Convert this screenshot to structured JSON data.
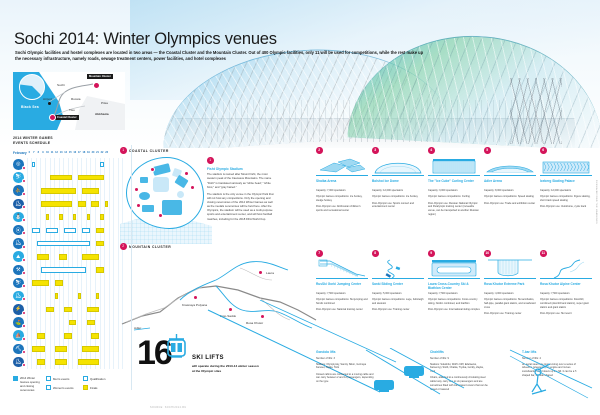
{
  "header": {
    "title": "Sochi 2014: Winter Olympics venues",
    "subtitle": "Sochi Olympic facilities and hostel complexes are located in two areas — the Coastal Cluster and the Mountain Cluster. Out of 400 Olympic facilities, only 11 will be used for competitions, while the rest make up the necessary infrastructure, namely roads, sewage treatment centers, power facilities, and hotel complexes"
  },
  "map": {
    "sea_label": "Black Sea",
    "places": [
      {
        "name": "Sochi"
      },
      {
        "name": "Airport"
      },
      {
        "name": "Russia"
      },
      {
        "name": "Abkhazia"
      },
      {
        "name": "Tiso"
      },
      {
        "name": "Pitsa"
      }
    ],
    "tags": [
      {
        "label": "Mountain Cluster"
      },
      {
        "label": "Coastal Cluster"
      }
    ]
  },
  "schedule": {
    "heading_line1": "2014 WINTER GAMES",
    "heading_line2": "EVENTS SCHEDULE",
    "month": "February",
    "days": [
      "6",
      "7",
      "8",
      "9",
      "10",
      "11",
      "12",
      "13",
      "14",
      "15",
      "16",
      "17",
      "18",
      "19",
      "20",
      "21",
      "22",
      "23"
    ],
    "rows": [
      {
        "icon": "olympic-rings-icon",
        "glyph": "◎",
        "events": [
          {
            "start": 1,
            "span": 1,
            "type": "cer"
          },
          {
            "start": 16,
            "span": 1,
            "type": "cer"
          }
        ]
      },
      {
        "icon": "alpine-skiing-icon",
        "glyph": "⛷",
        "events": [
          {
            "start": 5,
            "span": 5,
            "type": "fin"
          },
          {
            "start": 11,
            "span": 6,
            "type": "fin"
          }
        ]
      },
      {
        "icon": "biathlon-icon",
        "glyph": "⛹",
        "events": [
          {
            "start": 3,
            "span": 8,
            "type": "fin"
          },
          {
            "start": 12,
            "span": 4,
            "type": "fin"
          }
        ]
      },
      {
        "icon": "bobsleigh-icon",
        "glyph": "⛸",
        "events": [
          {
            "start": 3,
            "span": 7,
            "type": "fin"
          },
          {
            "start": 11,
            "span": 2,
            "type": "fin"
          },
          {
            "start": 14,
            "span": 2,
            "type": "fin"
          },
          {
            "start": 17,
            "span": 1,
            "type": "fin"
          }
        ]
      },
      {
        "icon": "cross-country-icon",
        "glyph": "⛄",
        "events": [
          {
            "start": 4,
            "span": 1,
            "type": "fin"
          },
          {
            "start": 7,
            "span": 1,
            "type": "fin"
          },
          {
            "start": 10,
            "span": 1,
            "type": "fin"
          },
          {
            "start": 13,
            "span": 1,
            "type": "fin"
          },
          {
            "start": 16,
            "span": 1,
            "type": "fin"
          }
        ]
      },
      {
        "icon": "curling-icon",
        "glyph": "⦿",
        "events": [
          {
            "start": 1,
            "span": 2,
            "type": "q"
          },
          {
            "start": 4,
            "span": 3,
            "type": "q"
          },
          {
            "start": 8,
            "span": 3,
            "type": "q"
          },
          {
            "start": 12,
            "span": 2,
            "type": "q"
          },
          {
            "start": 15,
            "span": 2,
            "type": "fin"
          }
        ]
      },
      {
        "icon": "figure-skating-icon",
        "glyph": "⛸",
        "events": [
          {
            "start": 2,
            "span": 12,
            "type": "q"
          },
          {
            "start": 15,
            "span": 2,
            "type": "fin"
          }
        ]
      },
      {
        "icon": "freestyle-icon",
        "glyph": "⛰",
        "events": [
          {
            "start": 2,
            "span": 3,
            "type": "fin"
          },
          {
            "start": 7,
            "span": 2,
            "type": "fin"
          },
          {
            "start": 12,
            "span": 4,
            "type": "fin"
          }
        ]
      },
      {
        "icon": "ice-hockey-icon",
        "glyph": "⚒",
        "events": [
          {
            "start": 3,
            "span": 10,
            "type": "q"
          },
          {
            "start": 15,
            "span": 2,
            "type": "fin"
          }
        ]
      },
      {
        "icon": "luge-icon",
        "glyph": "⛷",
        "events": [
          {
            "start": 1,
            "span": 4,
            "type": "fin"
          },
          {
            "start": 6,
            "span": 2,
            "type": "fin"
          }
        ]
      },
      {
        "icon": "nordic-combined-icon",
        "glyph": "⛸",
        "events": [
          {
            "start": 6,
            "span": 1,
            "type": "fin"
          },
          {
            "start": 11,
            "span": 1,
            "type": "fin"
          },
          {
            "start": 15,
            "span": 1,
            "type": "fin"
          }
        ]
      },
      {
        "icon": "short-track-icon",
        "glyph": "⚡",
        "events": [
          {
            "start": 4,
            "span": 2,
            "type": "fin"
          },
          {
            "start": 8,
            "span": 2,
            "type": "fin"
          },
          {
            "start": 13,
            "span": 3,
            "type": "fin"
          }
        ]
      },
      {
        "icon": "skeleton-icon",
        "glyph": "⛳",
        "events": [
          {
            "start": 9,
            "span": 2,
            "type": "fin"
          },
          {
            "start": 13,
            "span": 2,
            "type": "fin"
          }
        ]
      },
      {
        "icon": "ski-jumping-icon",
        "glyph": "⛵",
        "events": [
          {
            "start": 2,
            "span": 2,
            "type": "fin"
          },
          {
            "start": 8,
            "span": 2,
            "type": "fin"
          },
          {
            "start": 14,
            "span": 2,
            "type": "fin"
          }
        ]
      },
      {
        "icon": "snowboard-icon",
        "glyph": "⛏",
        "events": [
          {
            "start": 1,
            "span": 3,
            "type": "fin"
          },
          {
            "start": 6,
            "span": 3,
            "type": "fin"
          },
          {
            "start": 12,
            "span": 4,
            "type": "fin"
          }
        ]
      },
      {
        "icon": "speed-skating-icon",
        "glyph": "⛸",
        "events": [
          {
            "start": 2,
            "span": 2,
            "type": "fin"
          },
          {
            "start": 6,
            "span": 3,
            "type": "fin"
          },
          {
            "start": 11,
            "span": 5,
            "type": "fin"
          }
        ]
      }
    ],
    "legend": [
      {
        "swatch": "blue",
        "label": "2014 Winter Games opening and closing ceremonies"
      },
      {
        "swatch": "outline",
        "label": "Men's events"
      },
      {
        "swatch": "outline",
        "label": "Women's events"
      },
      {
        "swatch": "outline",
        "label": "Qualification"
      },
      {
        "swatch": "yellow",
        "label": "Finals"
      }
    ]
  },
  "clusters": {
    "coastal_label": "COASTAL CLUSTER",
    "coastal_num": "1",
    "mountain_label": "MOUNTAIN CLUSTER",
    "mountain_num": "2",
    "mountain_places": [
      {
        "name": "Adler"
      },
      {
        "name": "Krasnaya Polyana"
      },
      {
        "name": "Esto-Sadok"
      },
      {
        "name": "Rosa Khutor"
      },
      {
        "name": "Laura"
      }
    ]
  },
  "fisht": {
    "num": "1",
    "name": "Fisht Olympic Stadium",
    "p1": "The stadium is named after Mount Fisht, the most western peak of the Caucasus Mountains. The name \"Fisht\" is translated variously as \"white head,\" \"white frost,\" and \"gray haired.\"",
    "p2": "The stadium is the only venue in the Olympic Park that will not host any competitions. Only the opening and closing ceremonies of the 2014 Winter Games as well as the medals ceremonies will be held here. After the Olympics, the stadium will be used as a multi-purpose sports and entertainment center, and will host football matches, including for the 2018 FIFA World Cup."
  },
  "coastal_venues": [
    {
      "num": "2",
      "art": "shaiba-arena-art",
      "name": "Shaiba Arena",
      "capacity": "Capacity: 7,000 spectators",
      "olympic": "Olympic Games competitions: Ice hockey, sledge hockey",
      "after": "Post-Olympic use: All-Russian children's sports and recreational center"
    },
    {
      "num": "3",
      "art": "bolshoi-ice-dome-art",
      "name": "Bolshoi Ice Dome",
      "capacity": "Capacity: 12,000 spectators",
      "olympic": "Olympic Games competitions: Ice hockey",
      "after": "Post-Olympic use: Sports concert and entertainment center"
    },
    {
      "num": "4",
      "art": "ice-cube-curling-center-art",
      "name": "The \"Ice Cube\" Curling Center",
      "capacity": "Capacity: 3,000 spectators",
      "olympic": "Olympic Games competitions: Curling",
      "after": "Post-Olympic use: Russian National Olympic and Paralympic training center (moveable venue, can be transported to another Russian region)"
    },
    {
      "num": "5",
      "art": "adler-arena-art",
      "name": "Adler Arena",
      "capacity": "Capacity: 8,000 spectators",
      "olympic": "Olympic Games competitions: Speed skating",
      "after": "Post-Olympic use: Trade and exhibition center"
    },
    {
      "num": "6",
      "art": "iceberg-skating-palace-art",
      "name": "Iceberg Skating Palace",
      "capacity": "Capacity: 12,000 spectators",
      "olympic": "Olympic Games competitions: Figure skating, short track speed skating",
      "after": "Post-Olympic use: Velodrome, cycle track"
    }
  ],
  "mountain_venues": [
    {
      "num": "7",
      "art": "russki-gorki-jumping-art",
      "name": "RusSki Gorki Jumping Center",
      "capacity": "Capacity: 7,500 spectators",
      "olympic": "Olympic Games competitions: Ski jumping and Nordic combined",
      "after": "Post-Olympic use: National training center"
    },
    {
      "num": "8",
      "art": "sanki-sliding-center-art",
      "name": "Sanki Sliding Center",
      "capacity": "Capacity: 5,000 spectators",
      "olympic": "Olympic Games competitions: Luge, bobsleigh and skeleton",
      "after": "Post-Olympic use: Training center"
    },
    {
      "num": "9",
      "art": "laura-cross-country-art",
      "name": "Laura Cross-Country Ski & Biathlon Center",
      "capacity": "Capacity: 7,500 spectators",
      "olympic": "Olympic Games competitions: Cross-country skiing, Nordic combined, and biathlon",
      "after": "Post-Olympic use: International skiing complex"
    },
    {
      "num": "10",
      "art": "rosa-khutor-extreme-park-art",
      "name": "Rosa Khutor Extreme Park",
      "capacity": "Capacity: 4,000 spectators",
      "olympic": "Olympic Games competitions: Ski acrobatics, half-pipe, parallel giant slalom, and snowboard cross",
      "after": "Post-Olympic use: Training center"
    },
    {
      "num": "11",
      "art": "rosa-khutor-alpine-center-art",
      "name": "Rosa Khutor Alpine Center",
      "capacity": "Capacity: 7,500 spectators",
      "olympic": "Olympic Games competitions: Downhill, combined (downhill and slalom), super giant slalom and giant slalom",
      "after": "Post-Olympic use: Ski resort"
    }
  ],
  "ski_lifts": {
    "number": "16",
    "title": "SKI LIFTS",
    "description": "will operate during the 2013-14 winter season at the Olympic sites",
    "types": [
      {
        "name": "Gondola lifts",
        "count": "Number of lifts: 3",
        "stations": "Stations: Olympiysky, Sanniy Sklon, Gornaya Karusel, Alpika, Tsirk",
        "desc": "Closed cabins are connected to a moving cable and can carry between 2 and 12 passengers, depending on the type"
      },
      {
        "name": "Chairlifts",
        "count": "Number of lifts: 9",
        "stations": "Stations: Sokolniki, Wolf's Cliff, Edelweiss, Kamennyy Stolb, Chaika, Tryoka, Gorkiy, Zayka, Tsirk",
        "desc": "Chairs, attached to a continuously circulating steel cable loop, carry one to six passengers and are sometimes fitted with transparent covers that can be raised or lowered"
      },
      {
        "name": "T-bar lifts",
        "count": "Number of lifts: 4",
        "stations": "",
        "desc": "An aerial steel rope loop running over a series of wheels is powered by an engine and moves snowboarders and skiers up the hill. It can be a T-shaped bar, or slide-shaped"
      }
    ]
  },
  "credits": {
    "side": "RUSSIA BEYOND THE HEADLINES",
    "bottom": "SOURCE: SOCHI2014.RU"
  }
}
